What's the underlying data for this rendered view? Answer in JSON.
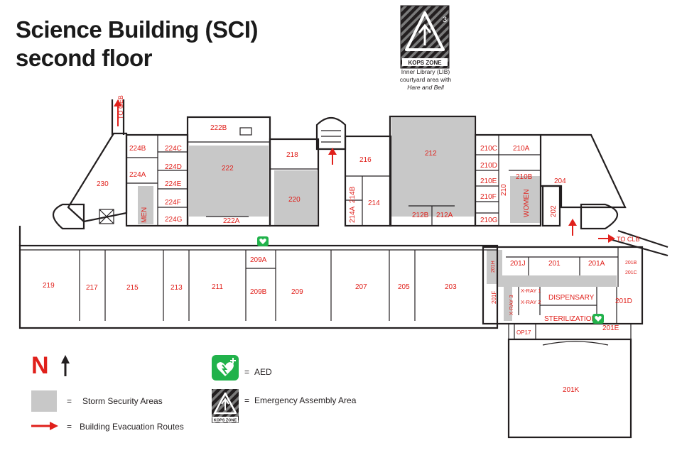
{
  "title": {
    "line1": "Science Building (SCI)",
    "line2": "second floor"
  },
  "assembly_zone": {
    "badge_number": "3",
    "badge_text": "KOPS ZONE",
    "note_line1": "Inner Library (LIB)",
    "note_line2": "courtyard area with",
    "note_line3": "Hare and Bell"
  },
  "exits": {
    "to_geb": "TO GEB",
    "to_clb": "TO CLB"
  },
  "rooms": {
    "r230": "230",
    "r224B": "224B",
    "r224C": "224C",
    "r224A": "224A",
    "r224D": "224D",
    "r224E": "224E",
    "r224F": "224F",
    "r224G": "224G",
    "men": "MEN",
    "r222B": "222B",
    "r222": "222",
    "r222A": "222A",
    "r218": "218",
    "r220": "220",
    "r216": "216",
    "r214B": "214B",
    "r214A": "214A",
    "r214": "214",
    "r212": "212",
    "r212B": "212B",
    "r212A": "212A",
    "r210C": "210C",
    "r210A": "210A",
    "r210D": "210D",
    "r210E": "210E",
    "r210F": "210F",
    "r210G": "210G",
    "r210": "210",
    "r210B": "210B",
    "women": "WOMEN",
    "r202": "202",
    "r204": "204",
    "r219": "219",
    "r217": "217",
    "r215": "215",
    "r213": "213",
    "r211": "211",
    "r209A": "209A",
    "r209B": "209B",
    "r209": "209",
    "r207": "207",
    "r205": "205",
    "r203": "203",
    "r201H": "201H",
    "r201J": "201J",
    "r201": "201",
    "r201A": "201A",
    "r201B": "201B",
    "r201C": "201C",
    "r201F": "201F",
    "xray1": "X-RAY 1",
    "xray3": "X-RAY 3",
    "xray2": "X-RAY 2",
    "dispensary": "DISPENSARY",
    "sterilization": "STERILIZATION",
    "r201D": "201D",
    "r201E": "201E",
    "op17": "OP17",
    "r201K": "201K"
  },
  "legend": {
    "north": "N",
    "aed": "AED",
    "storm": "Storm Security Areas",
    "assembly": "Emergency Assembly Area",
    "evacuation": "Building Evacuation Routes",
    "equals": "=",
    "badge_text": "KOPS ZONE"
  },
  "colors": {
    "storm_gray": "#c8c8c8",
    "evacuation_red": "#e0201b",
    "aed_green": "#21b24b",
    "wall": "#231f20"
  }
}
